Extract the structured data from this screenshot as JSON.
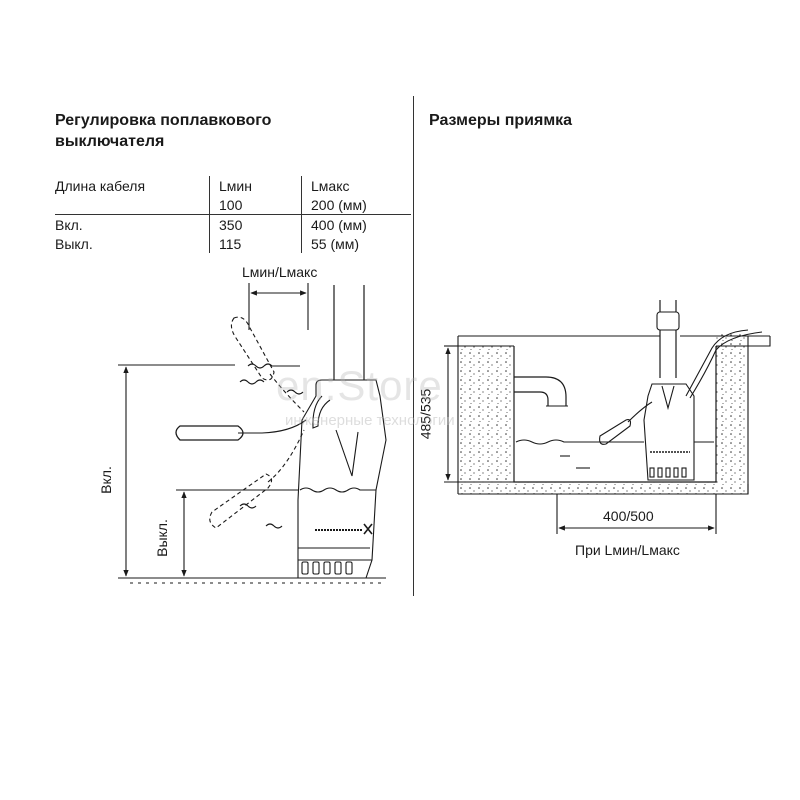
{
  "left_title": "Регулировка поплавкового выключателя",
  "right_title": "Размеры приямка",
  "table": {
    "header": [
      "Длина кабеля",
      "Lмин",
      "Lмакс"
    ],
    "rows": [
      [
        "",
        "100",
        "200 (мм)"
      ],
      [
        "Вкл.",
        "350",
        "400 (мм)"
      ],
      [
        "Выкл.",
        "115",
        "55 (мм)"
      ]
    ]
  },
  "left_diagram": {
    "top_dimension_label": "Lмин/Lмакс",
    "on_label": "Вкл.",
    "off_label": "Выкл."
  },
  "right_diagram": {
    "height_label": "485/535",
    "width_label": "400/500",
    "caption": "При Lмин/Lмакс"
  },
  "watermark": {
    "main": "en:Store",
    "sub": "инженерные технологии"
  },
  "colors": {
    "line": "#1a1a1a",
    "background": "#ffffff",
    "watermark": "#b4b4b4"
  }
}
